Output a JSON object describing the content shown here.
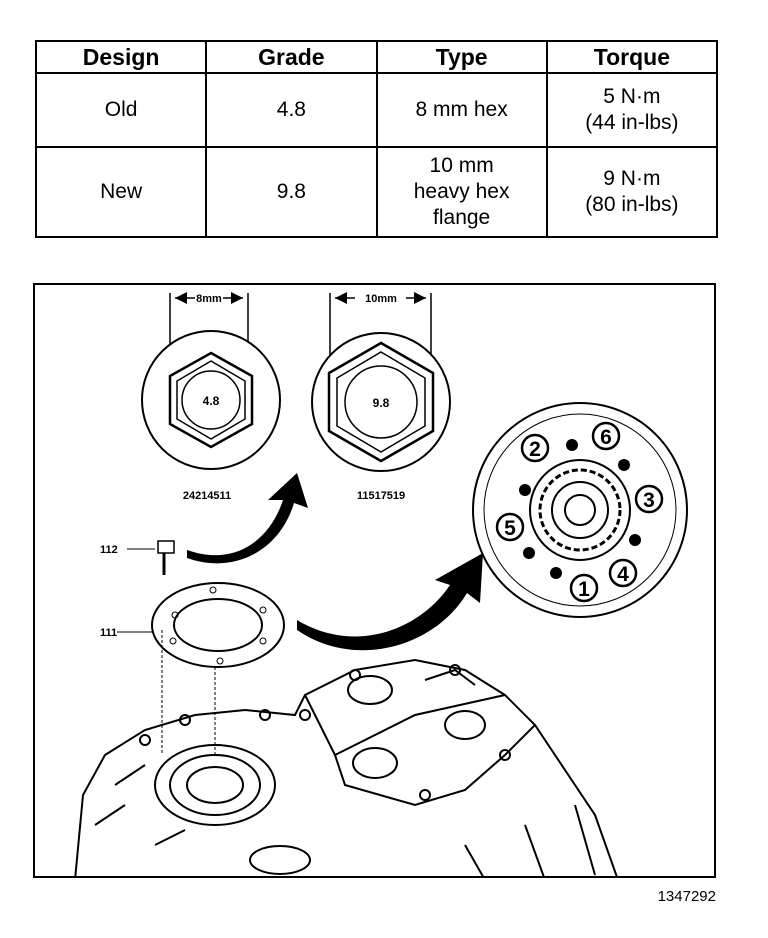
{
  "table": {
    "headers": [
      "Design",
      "Grade",
      "Type",
      "Torque"
    ],
    "rows": [
      {
        "design": "Old",
        "grade": "4.8",
        "type": [
          "8 mm hex"
        ],
        "torque": [
          "5 N·m",
          "(44 in-lbs)"
        ]
      },
      {
        "design": "New",
        "grade": "9.8",
        "type": [
          "10 mm",
          "heavy hex",
          "flange"
        ],
        "torque": [
          "9 N·m",
          "(80 in-lbs)"
        ]
      }
    ]
  },
  "figure": {
    "old_bolt": {
      "width_label": "8mm",
      "grade_label": "4.8",
      "part_number": "24214511"
    },
    "new_bolt": {
      "width_label": "10mm",
      "grade_label": "9.8",
      "part_number": "11517519"
    },
    "callouts": {
      "bolt": "112",
      "cover": "111"
    },
    "sequence_numbers": [
      "1",
      "2",
      "3",
      "4",
      "5",
      "6"
    ]
  },
  "figure_id": "1347292"
}
